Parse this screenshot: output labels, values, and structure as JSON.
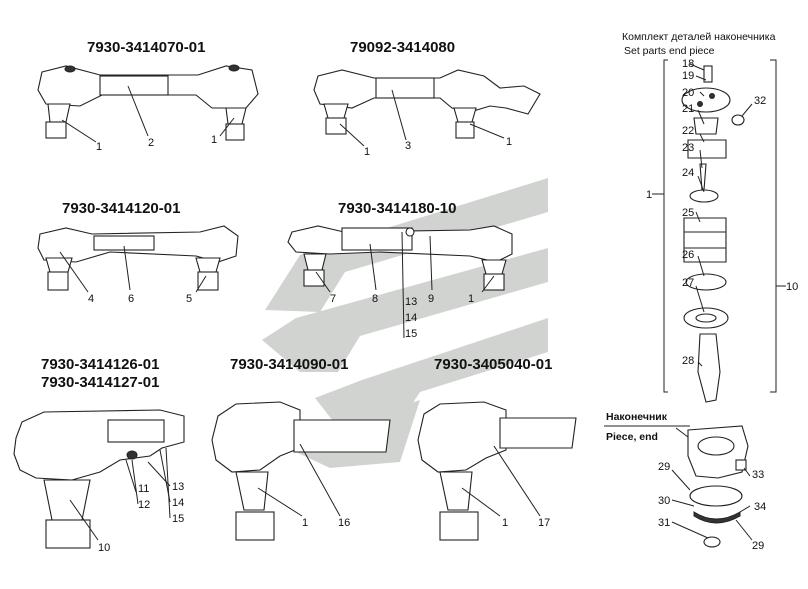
{
  "watermark": {
    "color": "#c9ccc9"
  },
  "assemblies": {
    "a1": {
      "title": "7930-3414070-01",
      "labels": [
        "1",
        "2",
        "1"
      ]
    },
    "a2": {
      "title": "79092-3414080",
      "labels": [
        "1",
        "3",
        "1"
      ]
    },
    "a3": {
      "title": "7930-3414120-01",
      "labels": [
        "4",
        "6",
        "5"
      ]
    },
    "a4": {
      "title": "7930-3414180-10",
      "labels": [
        "7",
        "8",
        "9",
        "1",
        "13",
        "14",
        "15"
      ]
    },
    "a5": {
      "title_line1": "7930-3414126-01",
      "title_line2": "7930-3414127-01",
      "labels": [
        "11",
        "12",
        "13",
        "14",
        "15",
        "10"
      ]
    },
    "a6": {
      "title": "7930-3414090-01",
      "labels": [
        "1",
        "16"
      ]
    },
    "a7": {
      "title": "7930-3405040-01",
      "labels": [
        "1",
        "17"
      ]
    }
  },
  "kit": {
    "caption_ru": "Комплект деталей наконечника",
    "caption_en": "Set parts end piece",
    "labels": [
      "18",
      "19",
      "20",
      "21",
      "32",
      "22",
      "23",
      "1",
      "24",
      "25",
      "26",
      "27",
      "28",
      "10"
    ],
    "end_ru": "Наконечник",
    "end_en": "Piece, end",
    "end_labels": [
      "29",
      "33",
      "30",
      "34",
      "31",
      "29"
    ]
  }
}
